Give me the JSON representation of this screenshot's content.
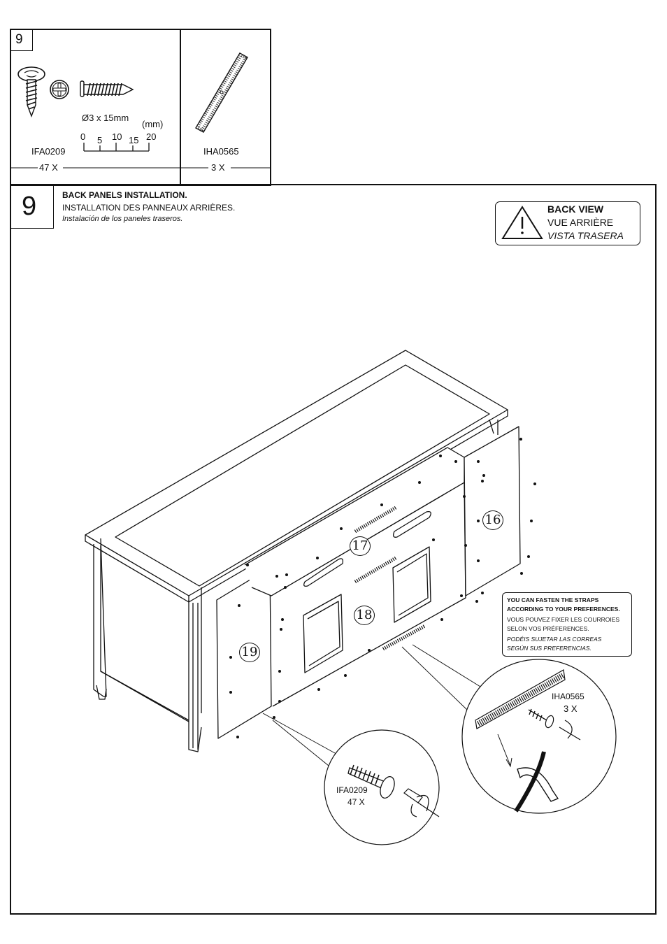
{
  "parts_box": {
    "step_number": "9",
    "screw": {
      "size_label": "Ø3 x 15mm",
      "unit": "(mm)",
      "scale_ticks": [
        "0",
        "5",
        "10",
        "15",
        "20"
      ],
      "code": "IFA0209",
      "quantity": "47 X"
    },
    "strap": {
      "code": "IHA0565",
      "quantity": "3 X"
    }
  },
  "step": {
    "number": "9",
    "title_en": "BACK PANELS INSTALLATION.",
    "title_fr": "INSTALLATION DES PANNEAUX ARRIÈRES.",
    "title_es": "Instalación de los paneles traseros."
  },
  "warning": {
    "icon": "warning-triangle-icon",
    "line_en": "BACK VIEW",
    "line_fr": "VUE ARRIÈRE",
    "line_es": "VISTA TRASERA"
  },
  "note": {
    "en_1": "YOU CAN FASTEN THE STRAPS",
    "en_2": "ACCORDING TO YOUR PREFERENCES.",
    "fr_1": "VOUS POUVEZ FIXER LES COURROIES",
    "fr_2": "SELON VOS PRÉFERENCES.",
    "es_1": "PODÉIS SUJETAR LAS CORREAS",
    "es_2": "SEGÚN SUS PREFERENCIAS."
  },
  "panel_labels": [
    "16",
    "17",
    "18",
    "19"
  ],
  "detail_screw": {
    "code": "IFA0209",
    "quantity": "47 X"
  },
  "detail_strap": {
    "code": "IHA0565",
    "quantity": "3 X"
  }
}
